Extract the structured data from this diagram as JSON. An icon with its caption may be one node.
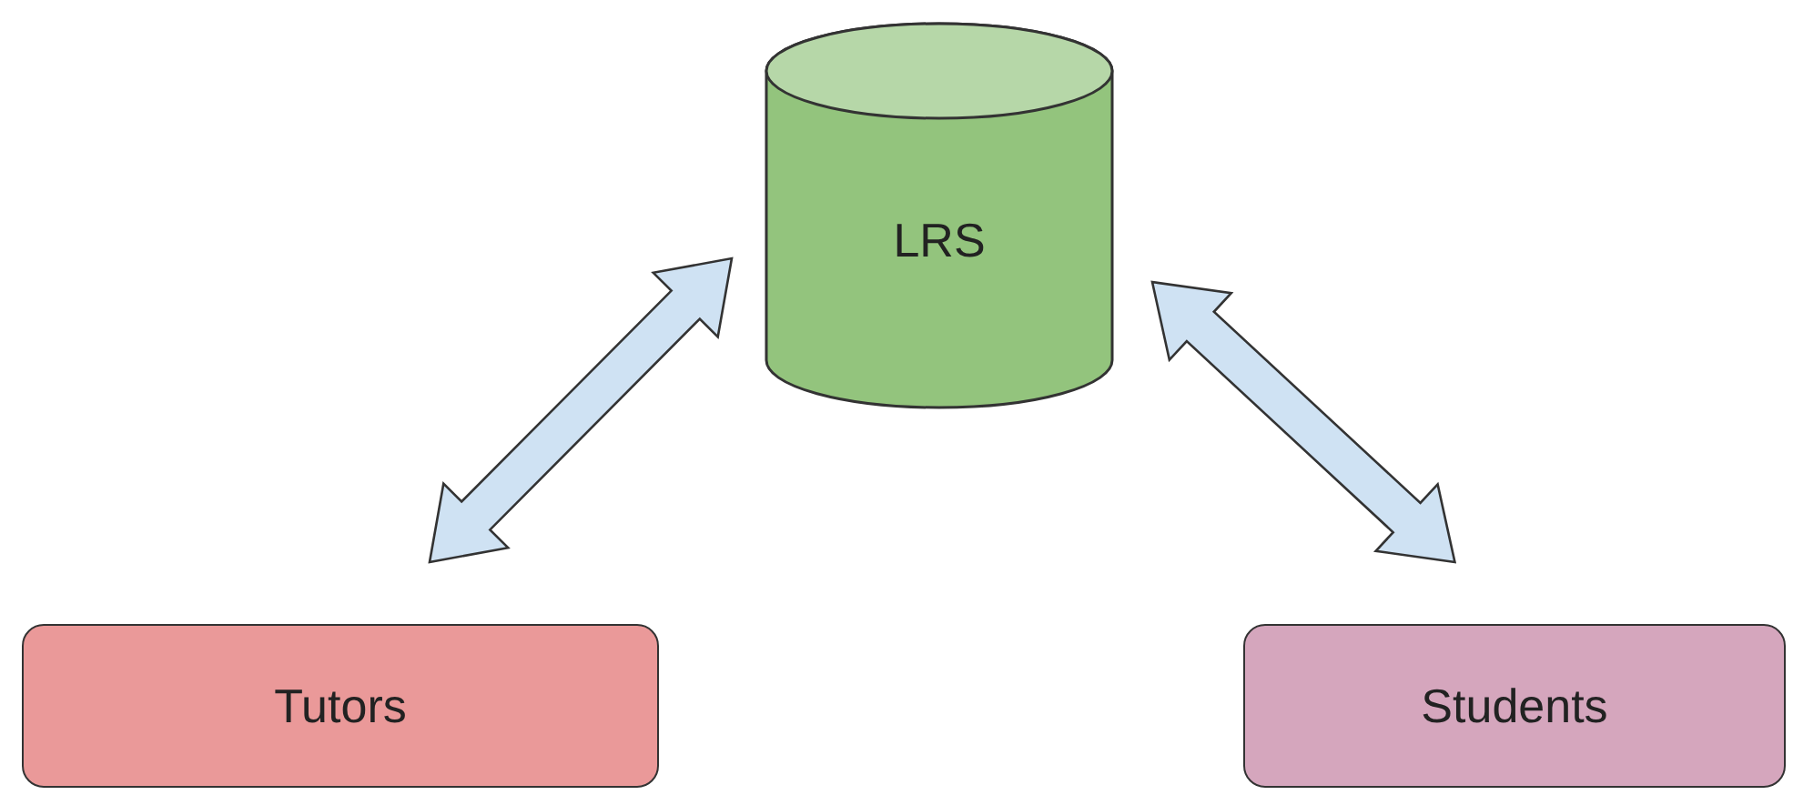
{
  "diagram": {
    "nodes": [
      {
        "text": [
          "LRS"
        ]
      },
      {
        "text": [
          "Tutors"
        ]
      },
      {
        "text": [
          "Students"
        ]
      }
    ],
    "edges": [
      {
        "from": 1,
        "to": 0,
        "arrow": "both"
      },
      {
        "from": 0,
        "to": 2,
        "arrow": "both"
      }
    ]
  }
}
